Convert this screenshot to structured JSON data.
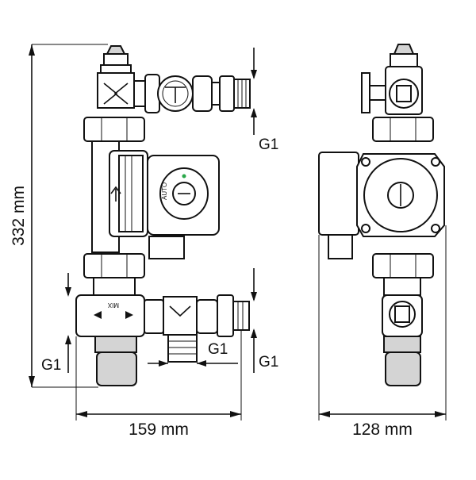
{
  "dimensions": {
    "height_label": "332 mm",
    "width_front_label": "159 mm",
    "width_side_label": "128 mm"
  },
  "connections": {
    "top_outlet": "G1",
    "bottom_outlet": "G1",
    "bottom_middle": "G1",
    "bottom_inlet": "G1"
  },
  "labels": {
    "valve_mark": "MIX",
    "pump_mode": "AUTO"
  },
  "colors": {
    "line": "#111111",
    "fill_light": "#d4d4d4",
    "fill_mid": "#9a9a9a",
    "indicator": "#2aa84a"
  }
}
